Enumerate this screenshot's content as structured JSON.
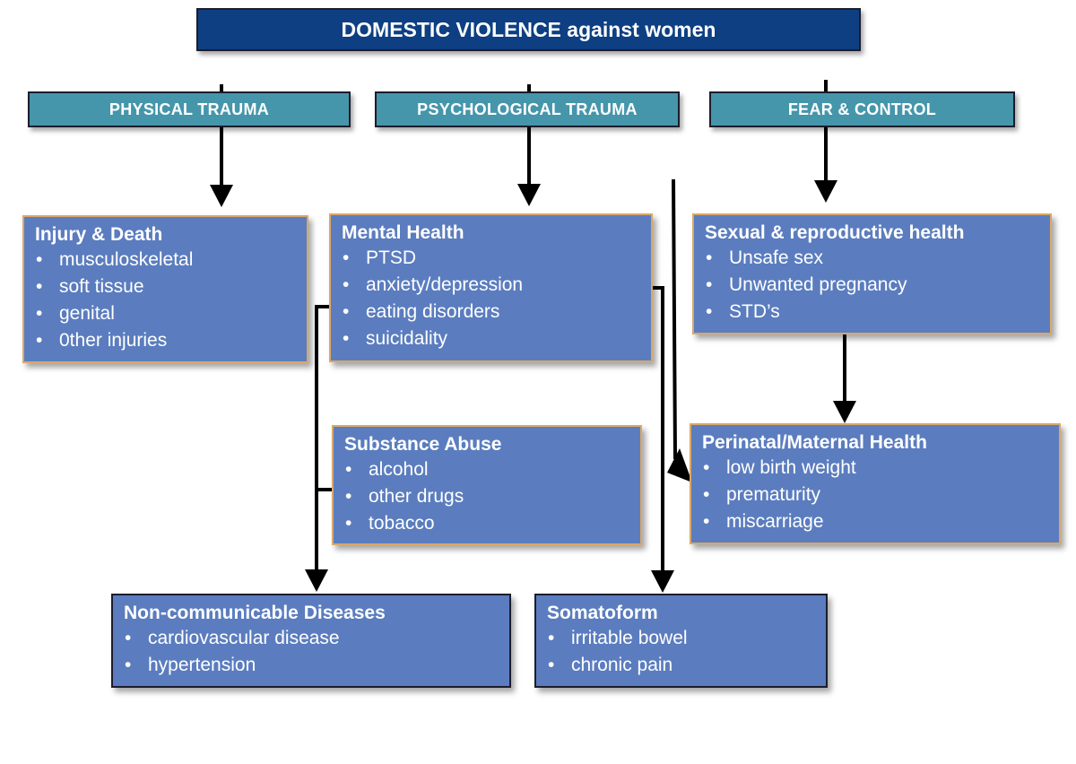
{
  "title": "DOMESTIC VIOLENCE against women",
  "categories": [
    {
      "label": "PHYSICAL TRAUMA"
    },
    {
      "label": "PSYCHOLOGICAL TRAUMA"
    },
    {
      "label": "FEAR & CONTROL"
    }
  ],
  "boxes": {
    "injury": {
      "heading": "Injury & Death",
      "items": [
        "musculoskeletal",
        "soft tissue",
        "genital",
        "0ther injuries"
      ]
    },
    "mental": {
      "heading": "Mental Health",
      "items": [
        "PTSD",
        "anxiety/depression",
        "eating disorders",
        "suicidality"
      ]
    },
    "sexual": {
      "heading": "Sexual & reproductive health",
      "items": [
        "Unsafe sex",
        "Unwanted pregnancy",
        "STD’s"
      ]
    },
    "substance": {
      "heading": "Substance Abuse",
      "items": [
        "alcohol",
        "other drugs",
        "tobacco"
      ]
    },
    "perinatal": {
      "heading": "Perinatal/Maternal Health",
      "items": [
        "low birth weight",
        "prematurity",
        "miscarriage"
      ]
    },
    "ncd": {
      "heading": "Non-communicable Diseases",
      "items": [
        "cardiovascular disease",
        "hypertension"
      ]
    },
    "somatoform": {
      "heading": "Somatoform",
      "items": [
        "irritable bowel",
        "chronic pain"
      ]
    }
  },
  "colors": {
    "title_fill": "#0d3f82",
    "category_fill": "#4596ab",
    "box_fill": "#5b7dbf",
    "box_border": "#d9a869",
    "arrow": "#000000"
  }
}
